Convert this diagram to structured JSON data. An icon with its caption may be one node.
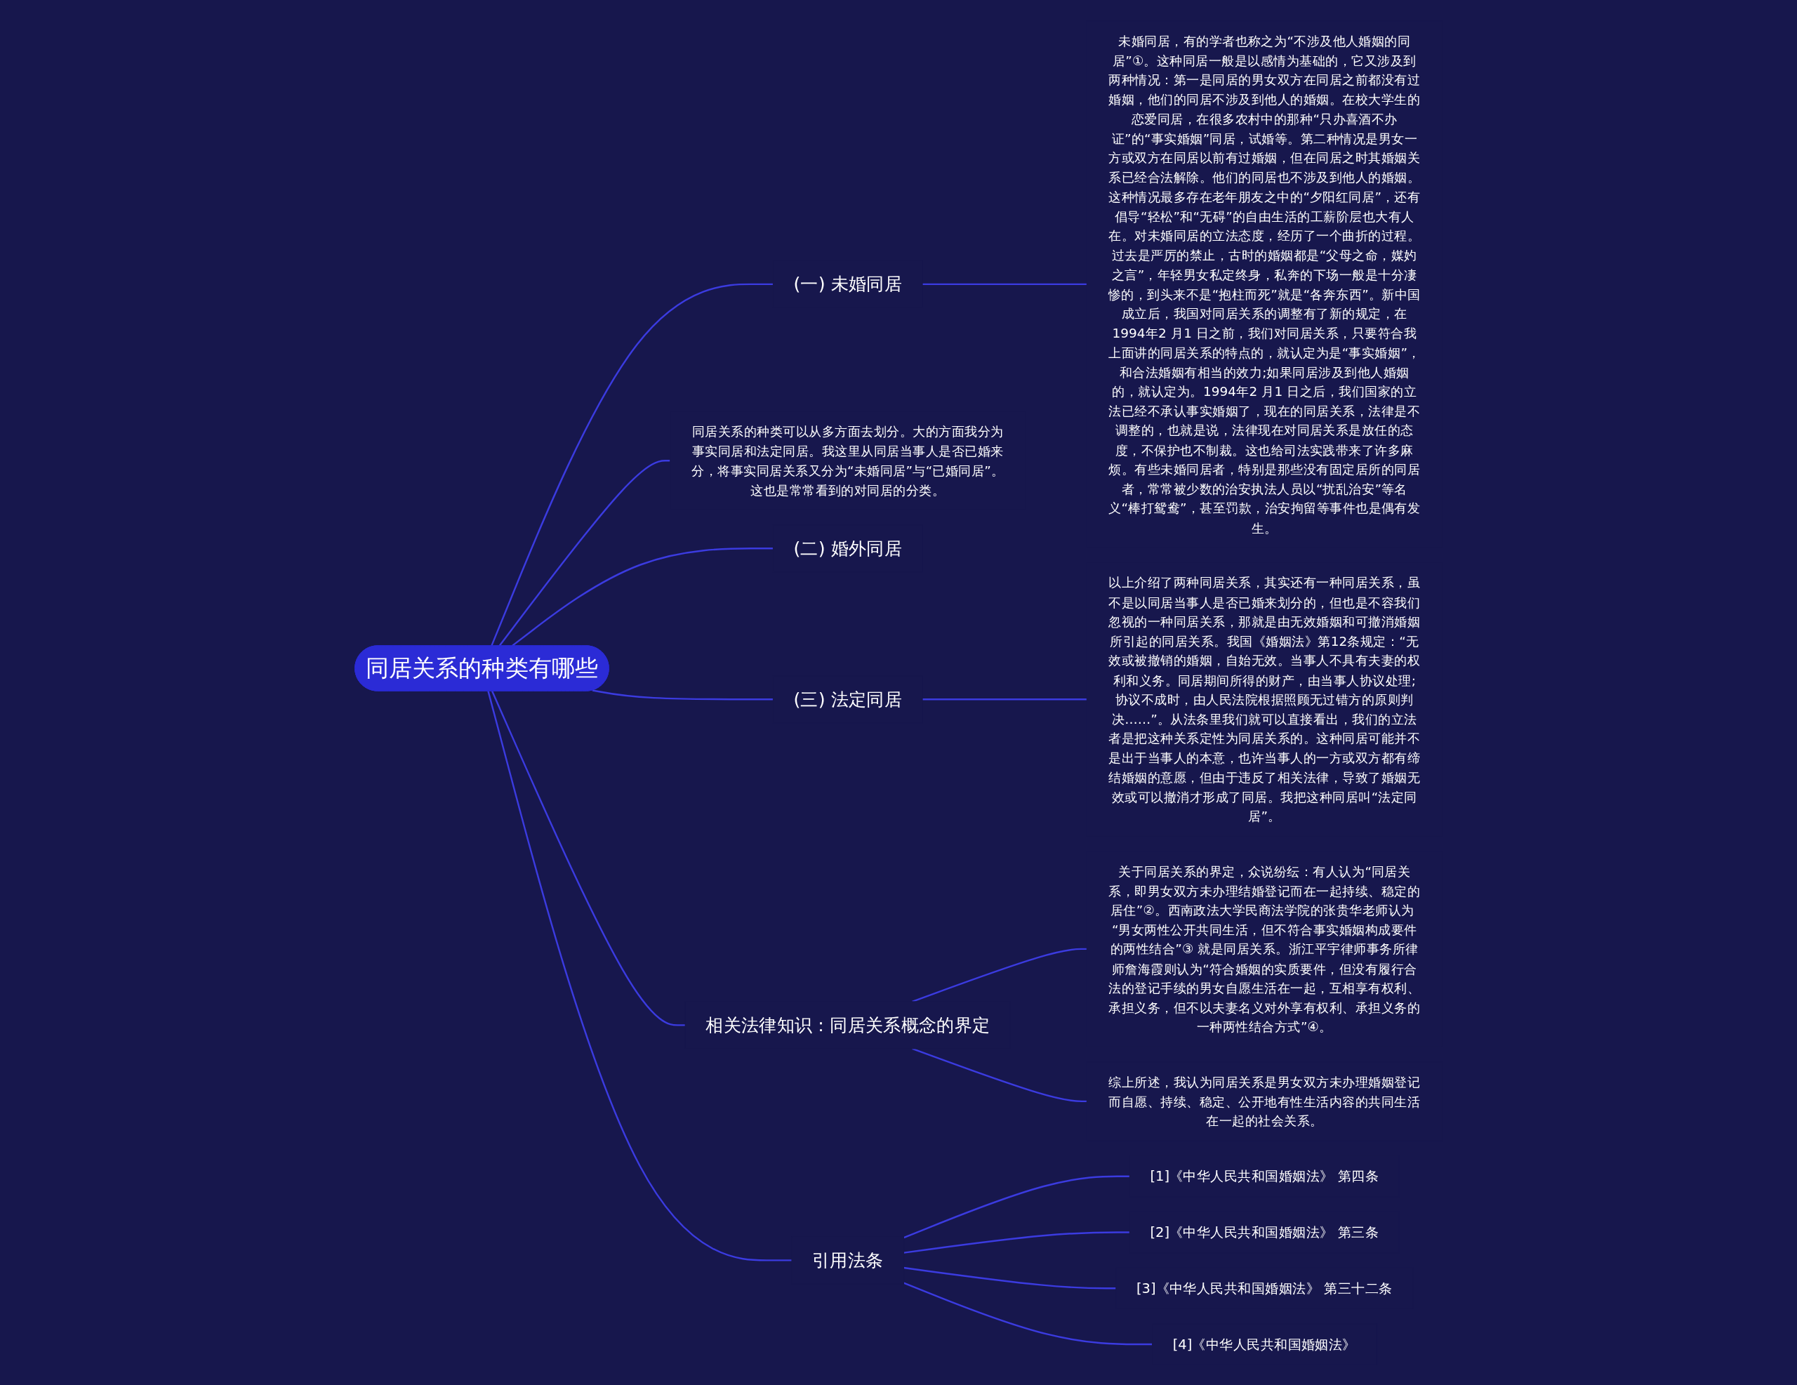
{
  "diagram": {
    "nodes": [
      {
        "text": [
          "同居关系的种类有哪些"
        ]
      },
      {
        "text": [
          "(一) 未婚同居"
        ]
      },
      {
        "text": [
          "未婚同居，有的学者也称之为“不涉及他人婚姻的同居”①。这种同居一般是以感情为基础的，它又涉及到两种情况：第一是同居的男女双方在同居之前都没有过婚姻，他们的同居不涉及到他人的婚姻。在校大学生的恋爱同居，在很多农村中的那种“只办喜酒不办证”的“事实婚姻”同居，试婚等。第二种情况是男女一方或双方在同居以前有过婚姻，但在同居之时其婚姻关系已经合法解除。他们的同居也不涉及到他人的婚姻。这种情况最多存在老年朋友之中的“夕阳红同居”，还有倡导“轻松”和“无碍”的自由生活的工薪阶层也大有人在。对未婚同居的立法态度，经历了一个曲折的过程。过去是严厉的禁止，古时的婚姻都是“父母之命，媒妁之言”，年轻男女私定终身，私奔的下场一般是十分凄惨的，到头来不是“抱柱而死”就是“各奔东西”。新中国成立后，我国对同居关系的调整有了新的规定，在1994年2 月1 日之前，我们对同居关系，只要符合我上面讲的同居关系的特点的，就认定为是“事实婚姻”，和合法婚姻有相当的效力;如果同居涉及到他人婚姻的，就认定为。1994年2 月1 日之后，我们国家的立法已经不承认事实婚姻了，现在的同居关系，法律是不调整的，也就是说，法律现在对同居关系是放任的态度，不保护也不制裁。这也给司法实践带来了许多麻烦。有些未婚同居者，特别是那些没有固定居所的同居者，常常被少数的治安执法人员以“扰乱治安”等名义“棒打鸳鸯”，甚至罚款，治安拘留等事件也是偶有发生。"
        ]
      },
      {
        "text": [
          "同居关系的种类可以从多方面去划分。大的方面我分为事实同居和法定同居。我这里从同居当事人是否已婚来分，将事实同居关系又分为“未婚同居”与“已婚同居”。这也是常常看到的对同居的分类。"
        ]
      },
      {
        "text": [
          "(二) 婚外同居"
        ]
      },
      {
        "text": [
          "(三) 法定同居"
        ]
      },
      {
        "text": [
          "以上介绍了两种同居关系，其实还有一种同居关系，虽不是以同居当事人是否已婚来划分的，但也是不容我们忽视的一种同居关系，那就是由无效婚姻和可撤消婚姻所引起的同居关系。我国《婚姻法》第12条规定：“无效或被撤销的婚姻，自始无效。当事人不具有夫妻的权利和义务。同居期间所得的财产，由当事人协议处理;协议不成时，由人民法院根据照顾无过错方的原则判决……”。从法条里我们就可以直接看出，我们的立法者是把这种关系定性为同居关系的。这种同居可能并不是出于当事人的本意，也许当事人的一方或双方都有缔结婚姻的意愿，但由于违反了相关法律，导致了婚姻无效或可以撤消才形成了同居。我把这种同居叫“法定同居”。"
        ]
      },
      {
        "text": [
          "相关法律知识：同居关系概念的界定"
        ]
      },
      {
        "text": [
          "关于同居关系的界定，众说纷纭：有人认为“同居关系，即男女双方未办理结婚登记而在一起持续、稳定的居住”②。西南政法大学民商法学院的张贵华老师认为 “男女两性公开共同生活，但不符合事实婚姻构成要件的两性结合”③ 就是同居关系。浙江平宇律师事务所律师詹海霞则认为“符合婚姻的实质要件，但没有履行合法的登记手续的男女自愿生活在一起，互相享有权利、承担义务，但不以夫妻名义对外享有权利、承担义务的一种两性结合方式”④。"
        ]
      },
      {
        "text": [
          "综上所述，我认为同居关系是男女双方未办理婚姻登记而自愿、持续、稳定、公开地有性生活内容的共同生活在一起的社会关系。"
        ]
      },
      {
        "text": [
          "引用法条"
        ]
      },
      {
        "text": [
          "[1]《中华人民共和国婚姻法》 第四条"
        ]
      },
      {
        "text": [
          "[2]《中华人民共和国婚姻法》 第三条"
        ]
      },
      {
        "text": [
          "[3]《中华人民共和国婚姻法》 第三十二条"
        ]
      },
      {
        "text": [
          "[4]《中华人民共和国婚姻法》"
        ]
      }
    ],
    "edges": [
      {
        "from": 0,
        "to": 1,
        "arrow": "none"
      },
      {
        "from": 1,
        "to": 2,
        "arrow": "none"
      },
      {
        "from": 0,
        "to": 3,
        "arrow": "none"
      },
      {
        "from": 0,
        "to": 4,
        "arrow": "none"
      },
      {
        "from": 0,
        "to": 5,
        "arrow": "none"
      },
      {
        "from": 5,
        "to": 6,
        "arrow": "none"
      },
      {
        "from": 0,
        "to": 7,
        "arrow": "none"
      },
      {
        "from": 7,
        "to": 8,
        "arrow": "none"
      },
      {
        "from": 7,
        "to": 9,
        "arrow": "none"
      },
      {
        "from": 0,
        "to": 10,
        "arrow": "none"
      },
      {
        "from": 10,
        "to": 11,
        "arrow": "none"
      },
      {
        "from": 10,
        "to": 12,
        "arrow": "none"
      },
      {
        "from": 10,
        "to": 13,
        "arrow": "none"
      },
      {
        "from": 10,
        "to": 14,
        "arrow": "none"
      }
    ]
  }
}
